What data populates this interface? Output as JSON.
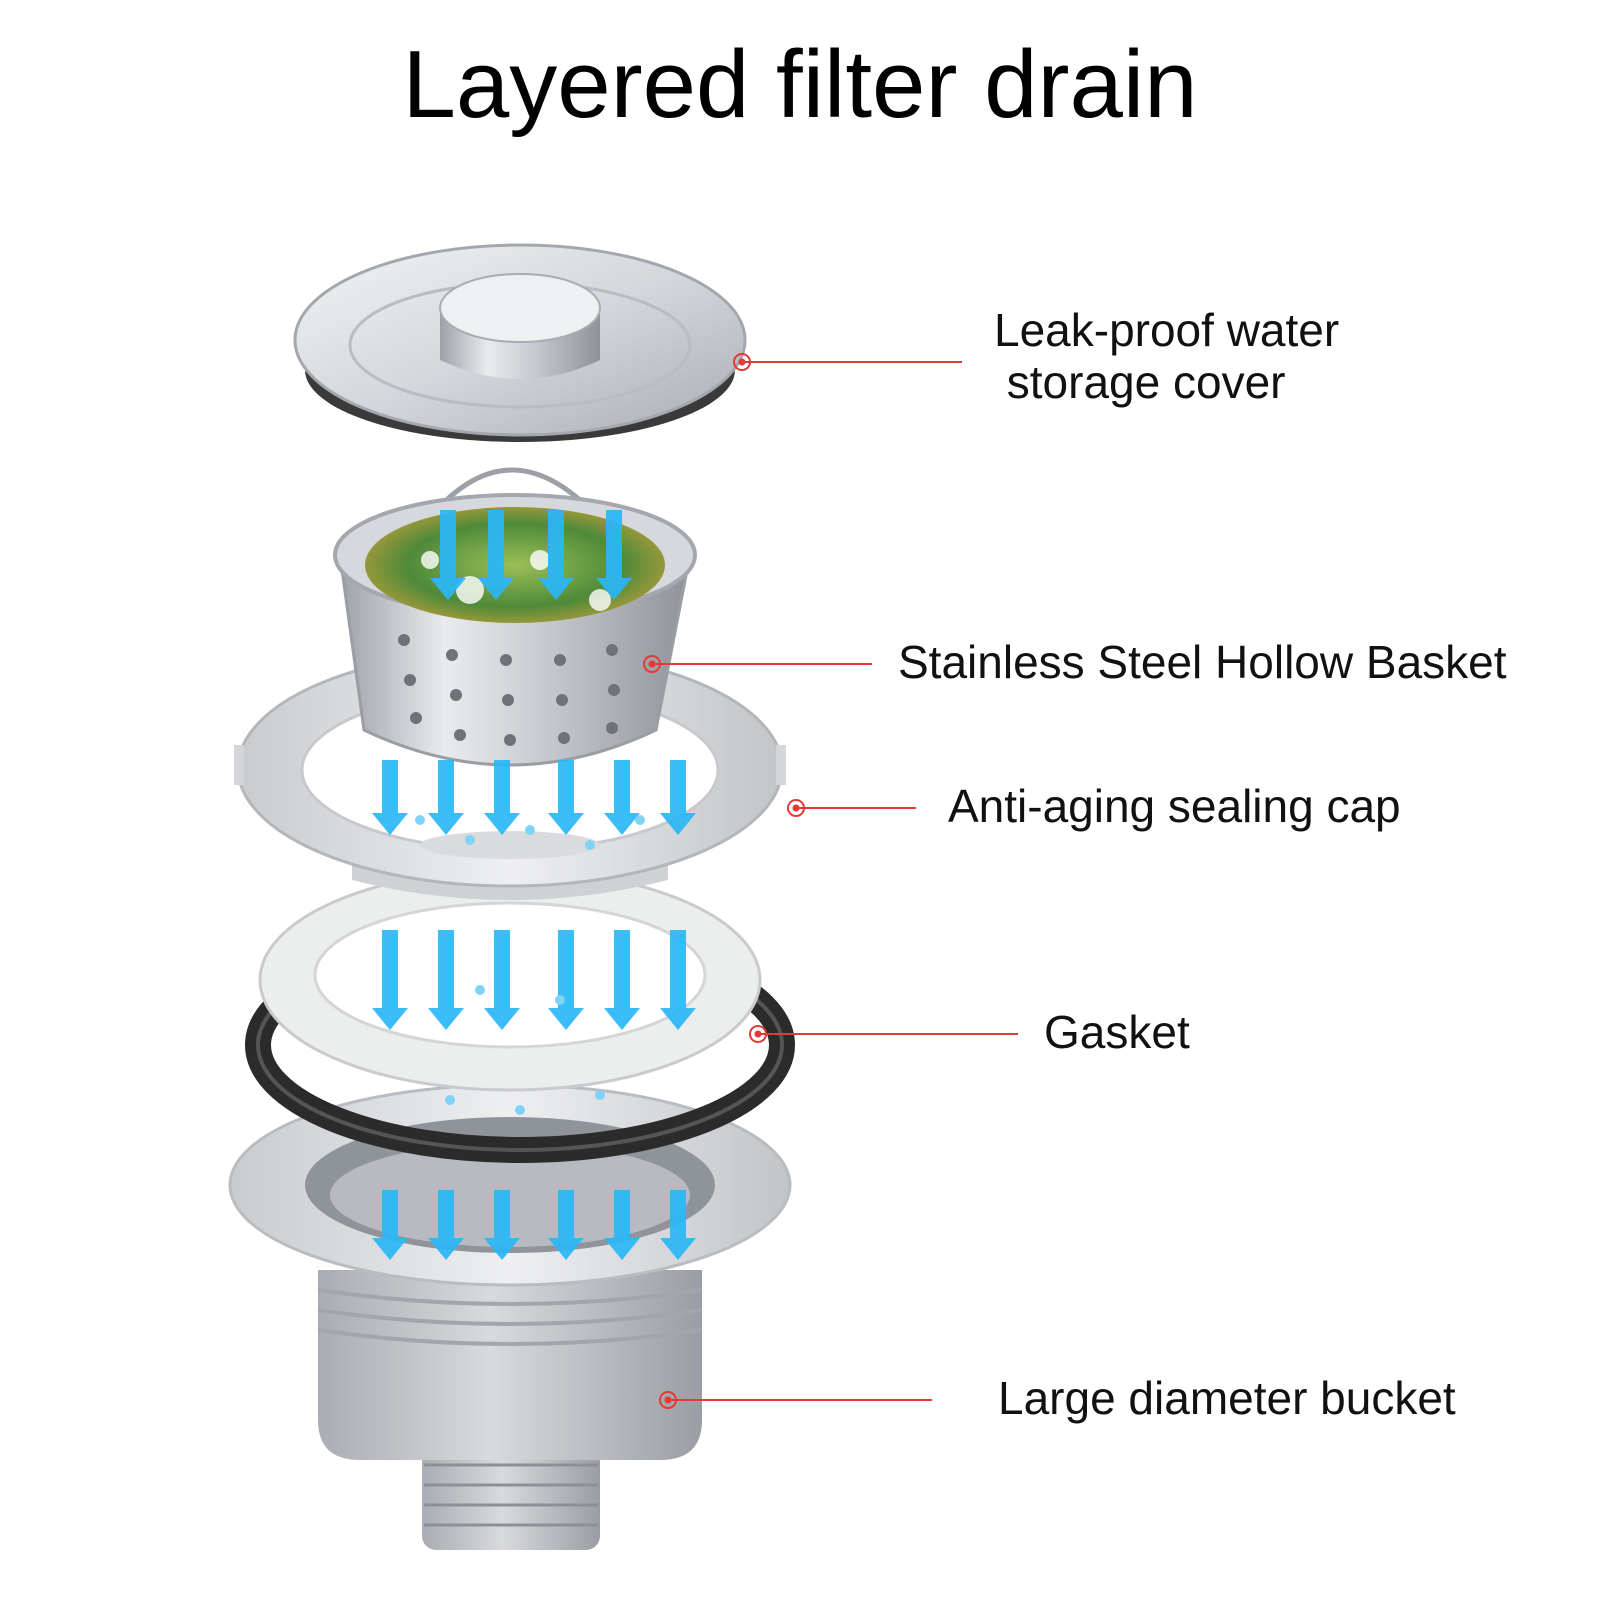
{
  "title": "Layered filter drain",
  "colors": {
    "background": "#ffffff",
    "callout_line": "#e53935",
    "flow_arrow": "#29b6f6",
    "metal": "#c9ccd1",
    "plastic": "#e3e4e6",
    "rubber": "#2b2b2b"
  },
  "callouts": [
    {
      "id": "cover",
      "lines": [
        "Leak-proof water",
        " storage cover"
      ]
    },
    {
      "id": "basket",
      "lines": [
        "Stainless Steel Hollow Basket"
      ]
    },
    {
      "id": "cap",
      "lines": [
        "Anti-aging sealing cap"
      ]
    },
    {
      "id": "gasket",
      "lines": [
        "Gasket"
      ]
    },
    {
      "id": "bucket",
      "lines": [
        "Large diameter bucket"
      ]
    }
  ],
  "icons": {
    "flow": "water-flow-arrow-icon",
    "marker": "callout-dot-icon"
  }
}
